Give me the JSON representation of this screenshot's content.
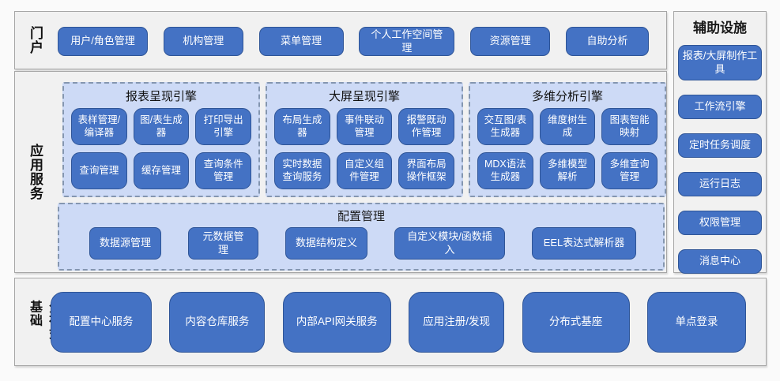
{
  "colors": {
    "accent_blue": "#4472c4",
    "accent_border": "#2f5597",
    "panel_light_blue": "#cddaf6",
    "panel_dashed_border": "#8496b0",
    "section_fill": "#f1f1f1",
    "section_border": "#a6a6a6"
  },
  "portal": {
    "label": "门户",
    "buttons": [
      "用户/角色管理",
      "机构管理",
      "菜单管理",
      "个人工作空间管理",
      "资源管理",
      "自助分析"
    ]
  },
  "app_services": {
    "label": "应用服务",
    "engines": [
      {
        "title": "报表呈现引擎",
        "modules": [
          "表样管理/编译器",
          "图/表生成器",
          "打印导出引擎",
          "查询管理",
          "缓存管理",
          "查询条件管理"
        ]
      },
      {
        "title": "大屏呈现引擎",
        "modules": [
          "布局生成器",
          "事件联动管理",
          "报警既动作管理",
          "实时数据查询服务",
          "自定义组件管理",
          "界面布局操作框架"
        ]
      },
      {
        "title": "多维分析引擎",
        "modules": [
          "交互图/表生成器",
          "维度树生成",
          "图表智能映射",
          "MDX语法生成器",
          "多维模型解析",
          "多维查询管理"
        ]
      }
    ],
    "config": {
      "title": "配置管理",
      "modules": [
        "数据源管理",
        "元数据管理",
        "数据结构定义",
        "自定义模块/函数插入",
        "EEL表达式解析器"
      ]
    }
  },
  "distributed": {
    "label": "分布式基础",
    "buttons": [
      "配置中心服务",
      "内容仓库服务",
      "内部API网关服务",
      "应用注册/发现",
      "分布式基座",
      "单点登录"
    ]
  },
  "auxiliary": {
    "title": "辅助设施",
    "buttons": [
      "报表/大屏制作工具",
      "工作流引擎",
      "定时任务调度",
      "运行日志",
      "权限管理",
      "消息中心"
    ]
  }
}
